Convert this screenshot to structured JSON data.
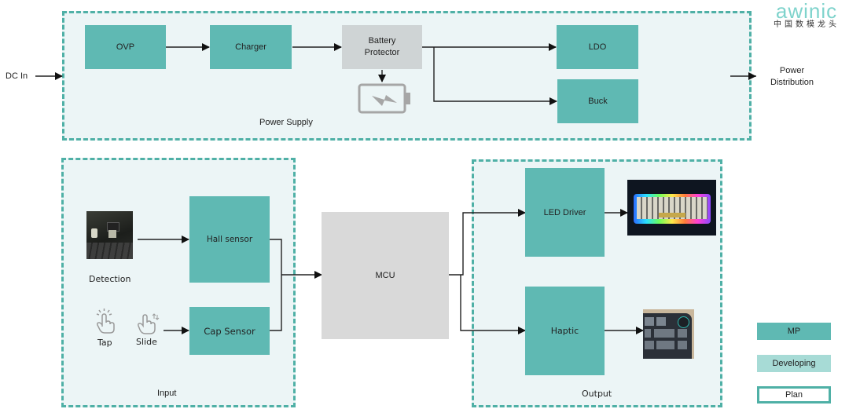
{
  "brand": {
    "logo_text": "awinic",
    "tagline": "中国数模龙头",
    "accent_color": "#5fb9b3",
    "logo_color": "#7fd3cc"
  },
  "io": {
    "dc_in": "DC In",
    "power_distribution_line1": "Power",
    "power_distribution_line2": "Distribution"
  },
  "power_supply": {
    "title": "Power Supply",
    "blocks": {
      "ovp": "OVP",
      "charger": "Charger",
      "battery_protector_line1": "Battery",
      "battery_protector_line2": "Protector",
      "ldo": "LDO",
      "buck": "Buck"
    },
    "battery_icon": "battery-charging-icon"
  },
  "input": {
    "title": "Input",
    "detection_label": "Detection",
    "tap_label": "Tap",
    "slide_label": "Slide",
    "hall_sensor": "Hall sensor",
    "cap_sensor": "Cap Sensor"
  },
  "mcu": {
    "label": "MCU"
  },
  "output": {
    "title": "Output",
    "led_driver": "LED Driver",
    "haptic": "Haptic"
  },
  "legend": [
    {
      "label": "MP",
      "status": "mp",
      "color": "#5fb9b3"
    },
    {
      "label": "Developing",
      "status": "developing",
      "color": "#a7dbd6"
    },
    {
      "label": "Plan",
      "status": "plan",
      "color": "#ffffff"
    }
  ]
}
